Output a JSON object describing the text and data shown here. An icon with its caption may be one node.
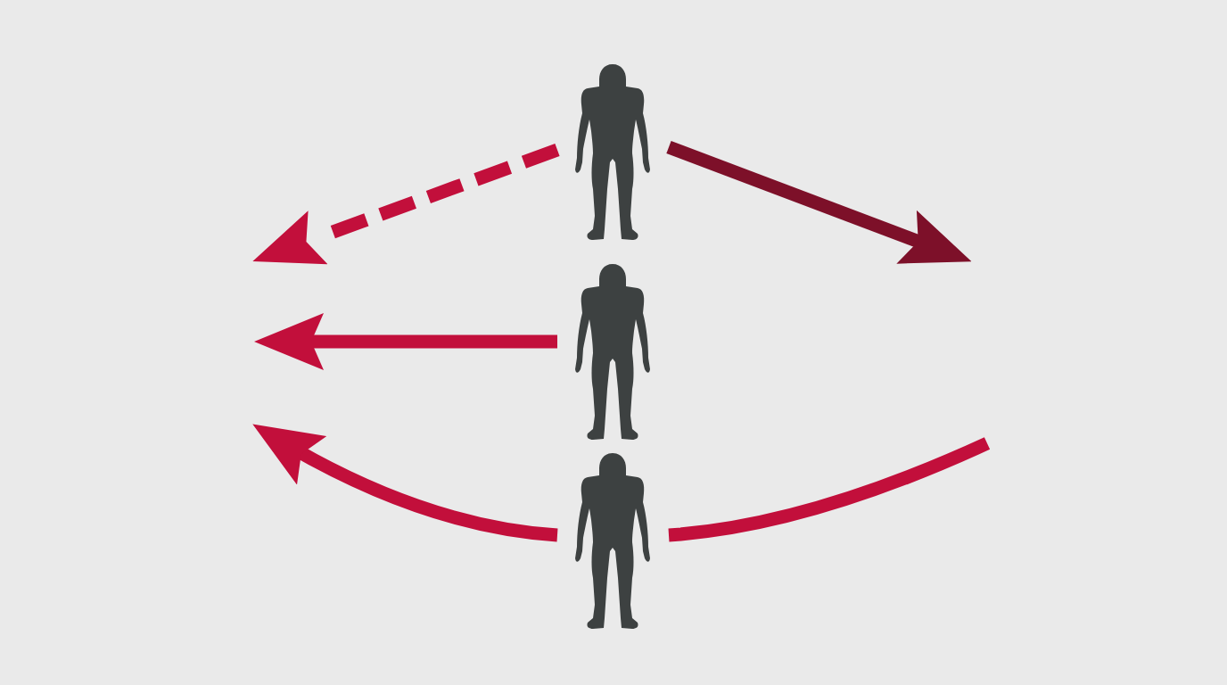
{
  "diagram": {
    "nodes": [
      {
        "text": [],
        "shape": "person"
      },
      {
        "text": [],
        "shape": "person"
      },
      {
        "text": [],
        "shape": "person"
      }
    ],
    "edges": [
      {
        "from": 0,
        "to": null,
        "arrow": "to",
        "style": "dashed"
      },
      {
        "from": 0,
        "to": null,
        "arrow": "to",
        "color": "#7d1029"
      },
      {
        "from": 1,
        "to": null,
        "arrow": "to"
      },
      {
        "from": 2,
        "to": null,
        "arrow": "to"
      },
      {
        "from": 2,
        "to": null,
        "arrow": "none"
      }
    ]
  }
}
